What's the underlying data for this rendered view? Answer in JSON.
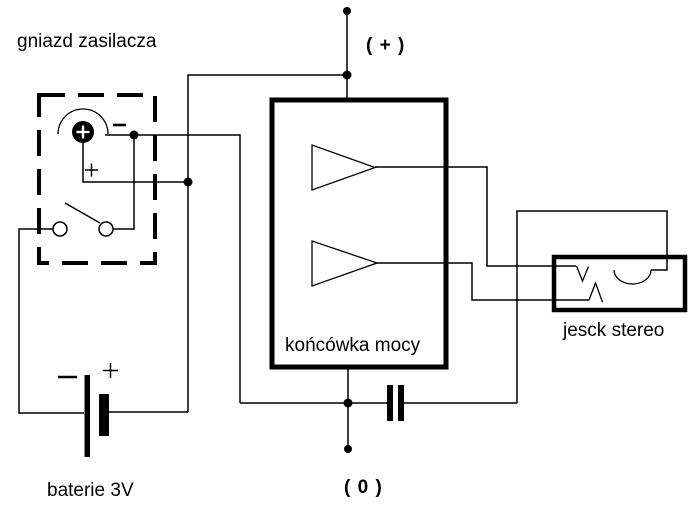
{
  "diagram": {
    "type": "electrical-schematic",
    "background_color": "#ffffff",
    "line_color": "#000000",
    "labels": {
      "power_socket": "gniazd zasilacza",
      "plus_terminal": "( + )",
      "power_amp": "końcówka mocy",
      "stereo_jack": "jesck stereo",
      "battery": "baterie 3V",
      "zero_terminal": "( 0 )"
    },
    "symbols": {
      "socket_minus": "−",
      "socket_plus": "+",
      "socket_center_pin": "+",
      "battery_minus": "−",
      "battery_plus": "+"
    },
    "components": [
      {
        "id": "power-socket",
        "type": "dc-power-connector-with-switch",
        "label": "gniazd zasilacza"
      },
      {
        "id": "power-switch",
        "type": "spst-switch-open"
      },
      {
        "id": "battery",
        "type": "battery-cell",
        "label": "baterie 3V"
      },
      {
        "id": "power-amp",
        "type": "stereo-amplifier",
        "label": "końcówka mocy",
        "channels": 2
      },
      {
        "id": "coupling-capacitor",
        "type": "capacitor"
      },
      {
        "id": "stereo-jack",
        "type": "stereo-jack-socket",
        "label": "jesck stereo"
      },
      {
        "id": "plus-rail-terminal",
        "type": "terminal",
        "label": "( + )"
      },
      {
        "id": "zero-rail-terminal",
        "type": "terminal",
        "label": "( 0 )"
      }
    ]
  }
}
